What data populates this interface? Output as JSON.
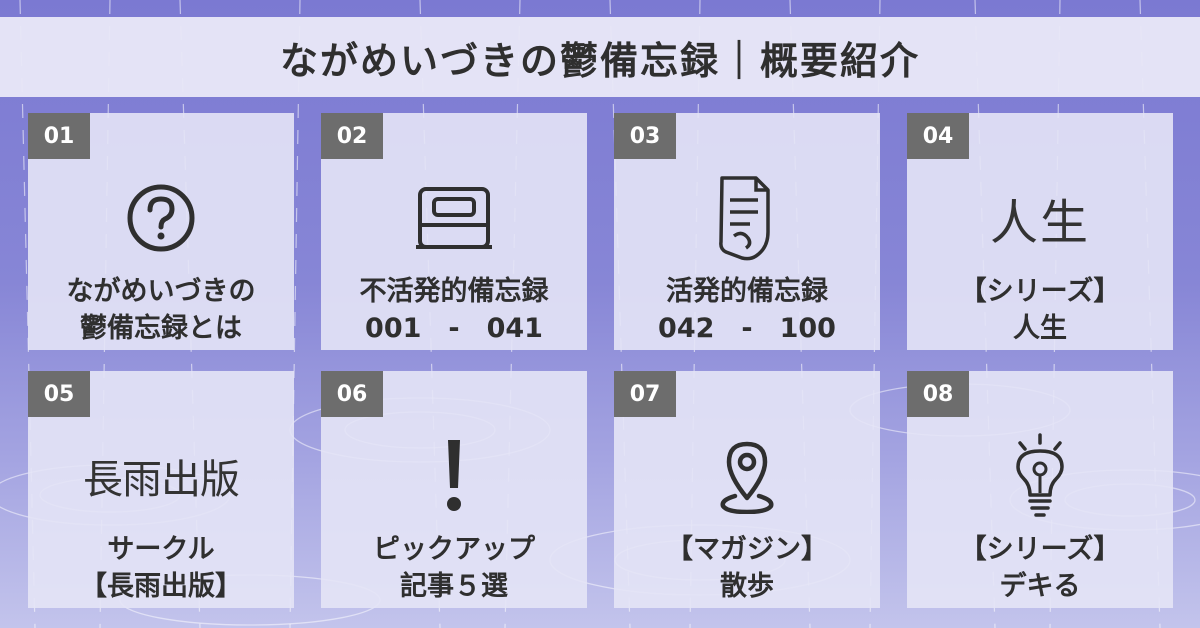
{
  "title": "ながめいづきの鬱備忘録｜概要紹介",
  "cards": [
    {
      "num": "01",
      "icon": "question-circle-icon",
      "line1": "ながめいづきの",
      "line2": "鬱備忘録とは"
    },
    {
      "num": "02",
      "icon": "bed-icon",
      "line1": "不活発的備忘録",
      "line2": "001　-　041"
    },
    {
      "num": "03",
      "icon": "receipt-icon",
      "line1": "活発的備忘録",
      "line2": "042　-　100"
    },
    {
      "num": "04",
      "icon": "jinsei-logo",
      "logo": "人生",
      "line1": "【シリーズ】",
      "line2": "人生"
    },
    {
      "num": "05",
      "icon": "nagaame-shuppan-logo",
      "logo": "長雨出版",
      "line1": "サークル",
      "line2": "【長雨出版】"
    },
    {
      "num": "06",
      "icon": "exclamation-icon",
      "line1": "ピックアップ",
      "line2": "記事５選"
    },
    {
      "num": "07",
      "icon": "map-pin-icon",
      "line1": "【マガジン】",
      "line2": "散歩"
    },
    {
      "num": "08",
      "icon": "lightbulb-icon",
      "line1": "【シリーズ】",
      "line2": "デキる"
    }
  ],
  "colors": {
    "background_top": "#7b79d2",
    "background_bottom": "#c3c4ec",
    "card": "#e4e4f6",
    "number_badge": "#6d6d6d",
    "text": "#2f2f2f"
  }
}
